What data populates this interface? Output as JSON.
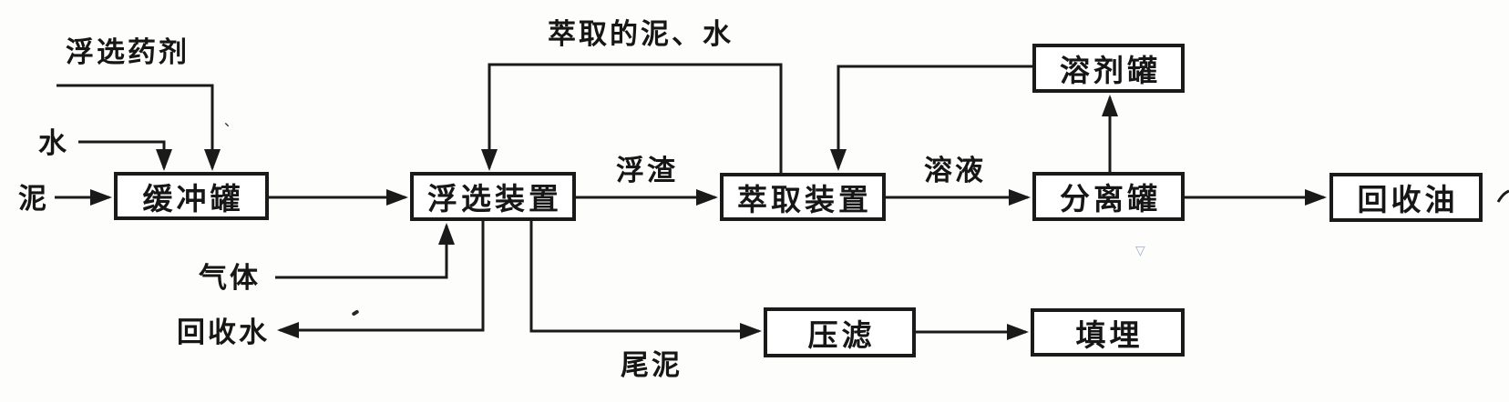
{
  "diagram_type": "process-flow-diagram",
  "nodes": {
    "buffer_tank": "缓冲罐",
    "flotation_unit": "浮选装置",
    "extraction_unit": "萃取装置",
    "separator_tank": "分离罐",
    "recovered_oil": "回收油",
    "solvent_tank": "溶剂罐",
    "filter_press": "压滤",
    "landfill": "填埋"
  },
  "labels": {
    "flotation_agent": "浮选药剂",
    "water": "水",
    "mud": "泥",
    "extracted_mud_water": "萃取的泥、水",
    "scum": "浮渣",
    "solution": "溶液",
    "gas": "气体",
    "recovered_water": "回收水",
    "tail_mud": "尾泥"
  },
  "edges": [
    {
      "from": "flotation_agent",
      "to": "buffer_tank"
    },
    {
      "from": "water",
      "to": "buffer_tank"
    },
    {
      "from": "mud",
      "to": "buffer_tank"
    },
    {
      "from": "buffer_tank",
      "to": "flotation_unit"
    },
    {
      "from": "extraction_unit",
      "to": "flotation_unit",
      "label": "萃取的泥、水"
    },
    {
      "from": "flotation_unit",
      "to": "extraction_unit",
      "label": "浮渣"
    },
    {
      "from": "solvent_tank",
      "to": "extraction_unit"
    },
    {
      "from": "extraction_unit",
      "to": "separator_tank",
      "label": "溶液"
    },
    {
      "from": "separator_tank",
      "to": "solvent_tank"
    },
    {
      "from": "separator_tank",
      "to": "recovered_oil"
    },
    {
      "from": "gas",
      "to": "flotation_unit"
    },
    {
      "from": "flotation_unit",
      "to": "recovered_water"
    },
    {
      "from": "flotation_unit",
      "to": "filter_press",
      "label": "尾泥"
    },
    {
      "from": "filter_press",
      "to": "landfill"
    }
  ],
  "artifacts": {
    "blue_mark": "▽",
    "ink_tick": "、"
  },
  "colors": {
    "ink": "#1a1a1a",
    "paper": "#fdfdfc",
    "blue_mark": "#9dadd6"
  }
}
